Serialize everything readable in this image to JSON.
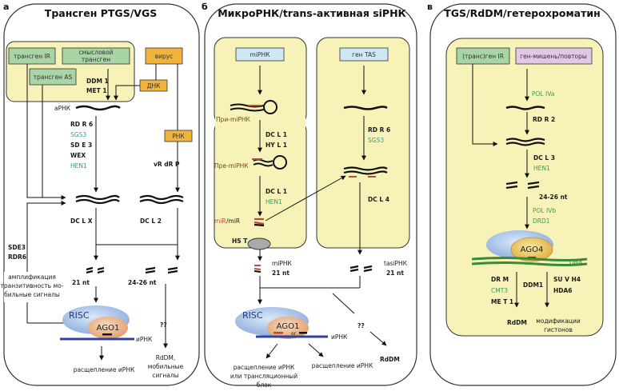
{
  "panels": [
    {
      "letter": "а",
      "title": "Трансген PTGS/VGS",
      "boxes": {
        "transgene_ir": "трансген IR",
        "sense_transgene_1": "смысловой",
        "sense_transgene_2": "трансген",
        "transgene_as": "трансген AS",
        "virus": "вирус",
        "dna": "ДНК",
        "rna": "РНК"
      },
      "labels": {
        "ddm1": "DDM 1",
        "met1": "MET 1",
        "arna": "аРНК",
        "rdr6": "RD R 6",
        "sgs3": "SGS3",
        "sde3": "SD E 3",
        "wex": "WEX",
        "hen1": "HEN1",
        "vrdrp": "vR dR P",
        "dclx": "DC L X",
        "dcl2": "DC L 2",
        "sde3_side": "SDE3",
        "rdr6_side": "RDR6",
        "amp_1": "амплификация",
        "amp_2": "транзитивность мо-",
        "amp_3": "бильные сигналы",
        "nt21": "21 nt",
        "nt2426": "24-26 nt",
        "risc": "RISC",
        "ago1": "AGO1",
        "mrna": "иРНК",
        "qq": "??",
        "cleavage": "расщепление иРНК",
        "rddm_1": "RdDM,",
        "rddm_2": "мобильные",
        "rddm_3": "сигналы"
      }
    },
    {
      "letter": "б",
      "title": "МикроРНК/trans-активная siРНК",
      "boxes": {
        "mirna": "miРНК",
        "tas": "ген TAS"
      },
      "labels": {
        "pri": "При-miРНК",
        "dcl1_a": "DC L 1",
        "hyl1": "HY L 1",
        "pre": "Пре-miРНК",
        "dcl1_b": "DC L 1",
        "hen1": "HEN1",
        "mir_red": "miR",
        "mir_black": "/miR",
        "hst": "HS T",
        "rdr6": "RD R 6",
        "sgs3": "SGS3",
        "dcl4": "DC L 4",
        "mirna_out": "miРНК",
        "nt21_a": "21 nt",
        "tasirna": "tasiРНК",
        "nt21_b": "21 nt",
        "risc": "RISC",
        "ago1": "AGO1",
        "or": "or",
        "mrna": "иРНК",
        "qq": "??",
        "rddm": "RdDM",
        "out1_1": "расщепление иРНК",
        "out1_2": "или трансляционный",
        "out1_3": "блок",
        "out2": "расщепление иРНК"
      }
    },
    {
      "letter": "в",
      "title": "TGS/RdDM/гетерохроматин",
      "boxes": {
        "trans_ir": "(транс)ген IR",
        "target": "ген-мишень/повторы"
      },
      "labels": {
        "pol4a": "POL IVa",
        "rdr2": "RD R 2",
        "dcl3": "DC L 3",
        "hen1": "HEN1",
        "nt2426": "24-26 nt",
        "pol4b": "POL IVb",
        "drd1": "DRD1",
        "ago4": "AGO4",
        "dna": "DNA",
        "drm": "DR M",
        "cmt3": "CMT3",
        "met1": "ME T 1",
        "ddm1": "DDM1",
        "suvh4": "SU V H4",
        "hda6": "HDA6",
        "rddm": "RdDM",
        "hist_1": "модификации",
        "hist_2": "гистонов"
      }
    }
  ],
  "colors": {
    "yellow_area": "#f7f3b8",
    "green_box": "#a9d4a6",
    "orange_box": "#f2b33d",
    "blue_box": "#cfe6f5",
    "purple_box": "#e2c7e6",
    "risc_blue": "#a9c6ea",
    "ago_orange": "#eebc8a",
    "ago4_gold": "#eec35a",
    "dna_green": "#3a8a3a",
    "mrna_blue": "#3340a0",
    "mirna_red": "#b0503a"
  }
}
